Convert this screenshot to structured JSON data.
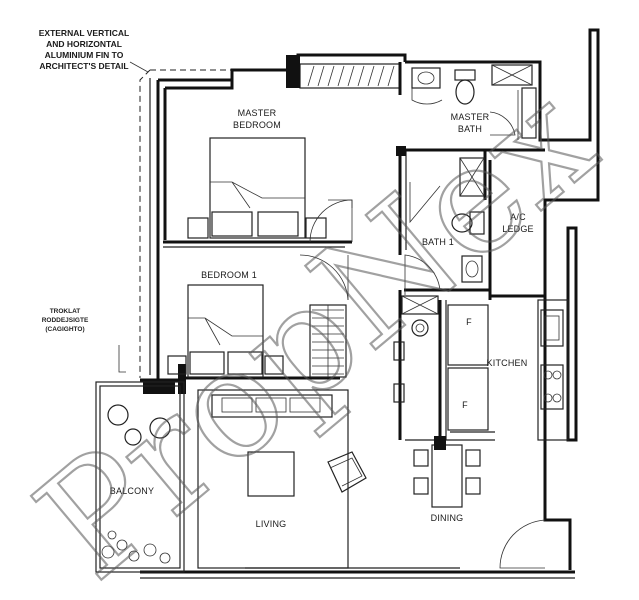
{
  "annotations": {
    "fin_note": [
      "EXTERNAL VERTICAL",
      "AND HORIZONTAL",
      "ALUMINIUM FIN TO",
      "ARCHITECT'S DETAIL"
    ],
    "balcony_note": [
      "TROKLAT",
      "RODDEJSIGTE",
      "(CAGIGHTO)"
    ]
  },
  "rooms": {
    "master_bedroom": [
      "MASTER",
      "BEDROOM"
    ],
    "master_bath": [
      "MASTER",
      "BATH"
    ],
    "bath_1": "BATH 1",
    "ac_ledge": [
      "A/C",
      "LEDGE"
    ],
    "bedroom_1": "BEDROOM 1",
    "kitchen": "KITCHEN",
    "balcony": "BALCONY",
    "living": "LIVING",
    "dining": "DINING",
    "fridge_mark_1": "F",
    "fridge_mark_2": "F"
  },
  "watermark": "PropNex"
}
